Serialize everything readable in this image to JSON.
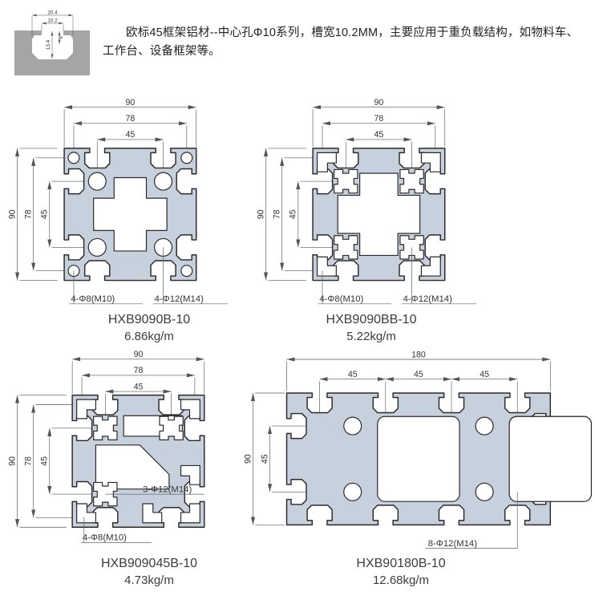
{
  "intro": {
    "text": "欧标45框架铝材--中心孔Φ10系列，槽宽10.2MM，主要应用于重负载结构，如物料车、工作台、设备框架等。"
  },
  "thumb": {
    "dim_outer": "20.4",
    "dim_slot": "10.2",
    "dim_depth": "13.4",
    "dim_lip": "6"
  },
  "colors": {
    "profile_fill": "#c7d1de",
    "outline": "#2a2a2a",
    "dim": "#555555",
    "thumb_gray": "#a5a5a5"
  },
  "profiles": [
    {
      "model": "HXB9090B-10",
      "weight": "6.86kg/m",
      "dims_top": [
        "90",
        "78",
        "45"
      ],
      "dims_left": [
        "90",
        "78",
        "45"
      ],
      "callouts": [
        "4-Φ8(M10)",
        "4-Φ12(M14)"
      ]
    },
    {
      "model": "HXB9090BB-10",
      "weight": "5.22kg/m",
      "dims_top": [
        "90",
        "78",
        "45"
      ],
      "dims_left": [
        "90",
        "78",
        "45"
      ],
      "callouts": [
        "4-Φ8(M10)",
        "4-Φ12(M14)"
      ]
    },
    {
      "model": "HXB909045B-10",
      "weight": "4.73kg/m",
      "dims_top": [
        "90",
        "78",
        "45"
      ],
      "dims_left": [
        "90",
        "78",
        "45"
      ],
      "callouts": [
        "3-Φ12(M14)",
        "4-Φ8(M10)"
      ]
    },
    {
      "model": "HXB90180B-10",
      "weight": "12.68kg/m",
      "dims_top": [
        "180",
        "45",
        "45",
        "45"
      ],
      "dims_left": [
        "90",
        "45"
      ],
      "callouts": [
        "8-Φ12(M14)"
      ]
    }
  ]
}
